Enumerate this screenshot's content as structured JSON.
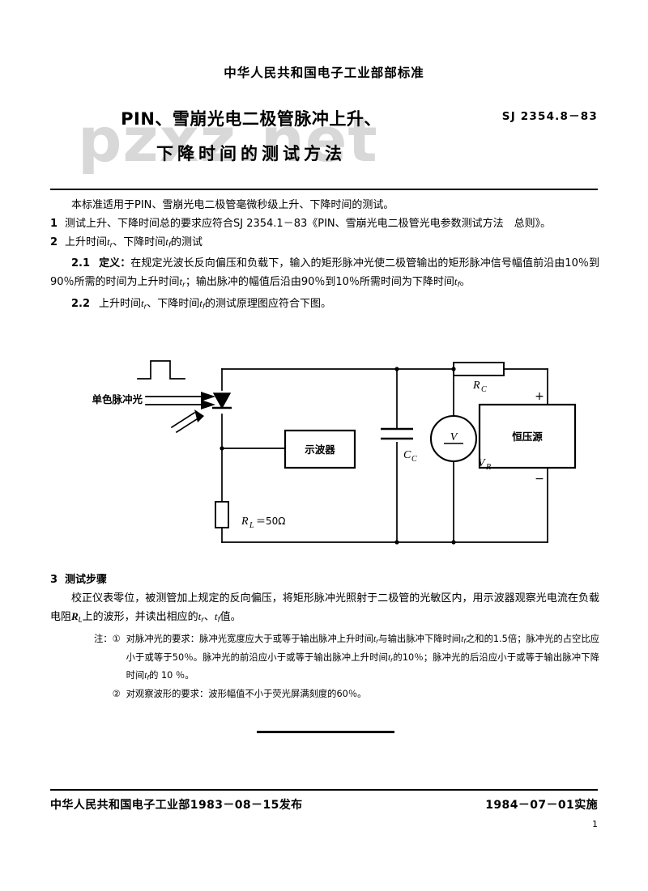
{
  "header": {
    "ministry": "中华人民共和国电子工业部部标准",
    "standard_number": "SJ 2354.8－83",
    "title_line_1": "PIN、雪崩光电二极管脉冲上升、",
    "title_line_2": "下降时间的测试方法",
    "watermark": "pzxz.net"
  },
  "body": {
    "scope": "本标准适用于PIN、雪崩光电二极管毫微秒级上升、下降时间的测试。",
    "sec1_num": "1",
    "sec1_text": "测试上升、下降时间总的要求应符合SJ 2354.1－83《PIN、雪崩光电二极管光电参数测试方法　总则》。",
    "sec2_num": "2",
    "sec2_title_a": "上升时间",
    "sec2_title_b": "、下降时间",
    "sec2_title_c": "的测试",
    "sec21_num": "2.1",
    "sec21_label": "定义：",
    "sec21_text_a": "在规定光波长反向偏压和负载下，输入的矩形脉冲光使二极管输出的矩形脉冲信号幅值前沿由10％到90％所需的时间为上升时间",
    "sec21_text_b": "；输出脉冲的幅值后沿由90％到10％所需时间为下降时间",
    "sec21_text_c": "。",
    "sec22_num": "2.2",
    "sec22_text_a": "上升时间",
    "sec22_text_b": "、下降时间",
    "sec22_text_c": "的测试原理图应符合下图。"
  },
  "figure": {
    "light_label": "单色脉冲光",
    "oscilloscope": "示波器",
    "load_resistor": "R",
    "load_resistor_sub": "L",
    "load_resistor_value": "＝50Ω",
    "capacitor": "C",
    "capacitor_sub": "C",
    "coupling_resistor": "R",
    "coupling_resistor_sub": "C",
    "voltmeter_symbol": "V",
    "voltmeter_label": "V",
    "voltmeter_label_sub": "R",
    "source_box": "恒压源",
    "source_plus": "+",
    "source_minus": "−"
  },
  "steps": {
    "sec3_num": "3",
    "sec3_title": "测试步骤",
    "sec3_text_a": "校正仪表零位，被测管加上规定的反向偏压，将矩形脉冲光照射于二极管的光敏区内，用示波器观察光电流在负载电阻",
    "sec3_text_b": "上的波形，并读出相应的",
    "sec3_text_c": "、",
    "sec3_text_d": "值。",
    "notes_label": "注：",
    "note1_marker": "①",
    "note1_text_a": "对脉冲光的要求：脉冲光宽度应大于或等于输出脉冲上升时间",
    "note1_text_b": "与输出脉冲下降时间",
    "note1_text_c": "之和的1.5倍；脉冲光的占空比应小于或等于50％。脉冲光的前沿应小于或等于输出脉冲上升时间",
    "note1_text_d": "的10％；脉冲光的后沿应小于或等于输出脉冲下降时间",
    "note1_text_e": "的 10 ％。",
    "note2_marker": "②",
    "note2_text": "对观察波形的要求：波形幅值不小于荧光屏满刻度的60％。"
  },
  "footer": {
    "issued": "中华人民共和国电子工业部1983－08－15发布",
    "effective": "1984－07－01实施",
    "page_number": "1"
  },
  "symbols": {
    "t_rise": "t",
    "t_rise_sub": "r",
    "t_fall": "t",
    "t_fall_sub": "f"
  }
}
